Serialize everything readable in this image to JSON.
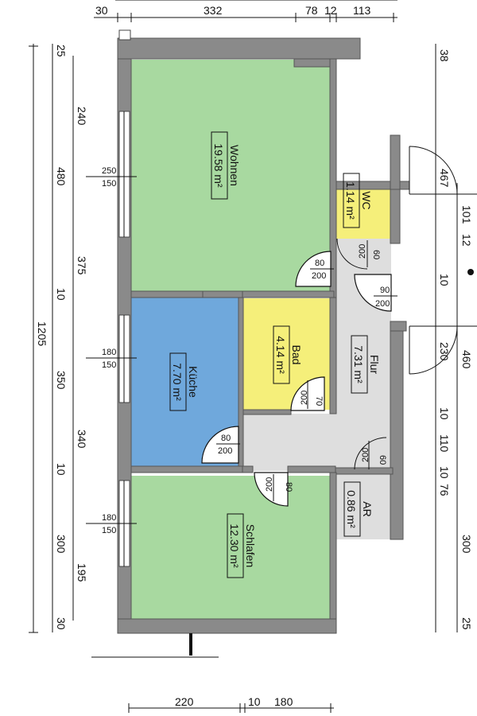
{
  "colors": {
    "wall": "#8a8a8a",
    "wohnen": "#a8d9a0",
    "kueche": "#6fa8dc",
    "bad": "#f5ef7a",
    "wc": "#f5ef7a",
    "flur": "#dedede",
    "schlafen": "#a8d9a0",
    "ar": "#dedede"
  },
  "rooms": {
    "wohnen": {
      "name": "Wohnen",
      "area": "19.58 m²"
    },
    "kueche": {
      "name": "Küche",
      "area": "7.70 m²"
    },
    "bad": {
      "name": "Bad",
      "area": "4.14 m²"
    },
    "wc": {
      "name": "WC",
      "area": "1.14 m²"
    },
    "flur": {
      "name": "Flur",
      "area": "7.31 m²"
    },
    "schlafen": {
      "name": "Schlafen",
      "area": "12.30 m²"
    },
    "ar": {
      "name": "AR",
      "area": "0.86 m²"
    }
  },
  "dims": {
    "top": [
      "30",
      "332",
      "78",
      "12",
      "113"
    ],
    "bottom": [
      "220",
      "10",
      "180"
    ],
    "left_total": "1205",
    "left_outer": [
      "25",
      "480",
      "10",
      "350",
      "10",
      "300",
      "30"
    ],
    "left_inner": [
      "240",
      "375",
      "340",
      "195"
    ],
    "right": [
      "38",
      "467",
      "101",
      "12",
      "10",
      "230",
      "460",
      "10",
      "110",
      "10",
      "76",
      "300",
      "25"
    ]
  },
  "windows": [
    {
      "w": "250",
      "h": "150"
    },
    {
      "w": "180",
      "h": "150"
    },
    {
      "w": "180",
      "h": "150"
    }
  ],
  "doors": [
    {
      "w": "80",
      "h": "200"
    },
    {
      "w": "90",
      "h": "200"
    },
    {
      "w": "70",
      "h": "200"
    },
    {
      "w": "60",
      "h": "200"
    },
    {
      "w": "80",
      "h": "200"
    },
    {
      "w": "80",
      "h": "200"
    },
    {
      "w": "60",
      "h": "200"
    }
  ]
}
